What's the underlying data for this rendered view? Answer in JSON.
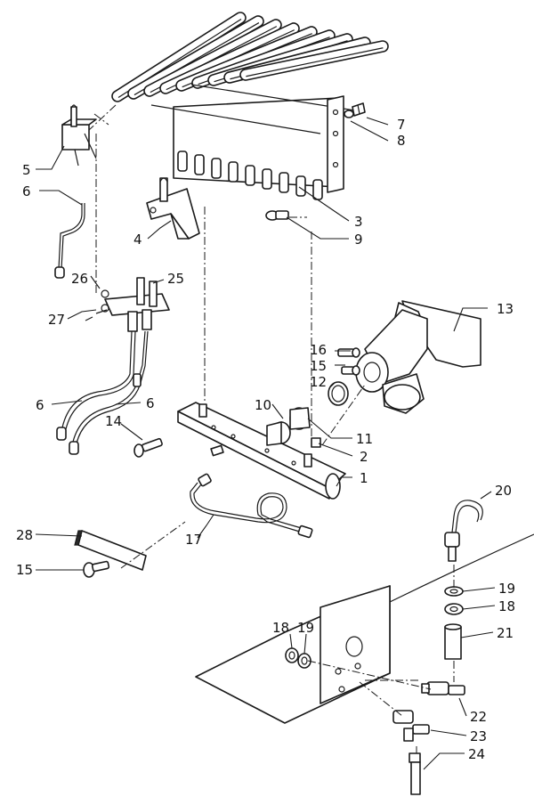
{
  "labels": [
    {
      "id": "p1",
      "text": "1"
    },
    {
      "id": "p2",
      "text": "2"
    },
    {
      "id": "p3",
      "text": "3"
    },
    {
      "id": "p4",
      "text": "4"
    },
    {
      "id": "p5",
      "text": "5"
    },
    {
      "id": "p6a",
      "text": "6"
    },
    {
      "id": "p6b",
      "text": "6"
    },
    {
      "id": "p6c",
      "text": "6"
    },
    {
      "id": "p7",
      "text": "7"
    },
    {
      "id": "p8",
      "text": "8"
    },
    {
      "id": "p9",
      "text": "9"
    },
    {
      "id": "p10",
      "text": "10"
    },
    {
      "id": "p11",
      "text": "11"
    },
    {
      "id": "p12",
      "text": "12"
    },
    {
      "id": "p13",
      "text": "13"
    },
    {
      "id": "p14",
      "text": "14"
    },
    {
      "id": "p15a",
      "text": "15"
    },
    {
      "id": "p15b",
      "text": "15"
    },
    {
      "id": "p16",
      "text": "16"
    },
    {
      "id": "p17",
      "text": "17"
    },
    {
      "id": "p18a",
      "text": "18"
    },
    {
      "id": "p18b",
      "text": "18"
    },
    {
      "id": "p19a",
      "text": "19"
    },
    {
      "id": "p19b",
      "text": "19"
    },
    {
      "id": "p20",
      "text": "20"
    },
    {
      "id": "p21",
      "text": "21"
    },
    {
      "id": "p22",
      "text": "22"
    },
    {
      "id": "p23",
      "text": "23"
    },
    {
      "id": "p24",
      "text": "24"
    },
    {
      "id": "p25",
      "text": "25"
    },
    {
      "id": "p26",
      "text": "26"
    },
    {
      "id": "p27",
      "text": "27"
    },
    {
      "id": "p28",
      "text": "28"
    }
  ]
}
